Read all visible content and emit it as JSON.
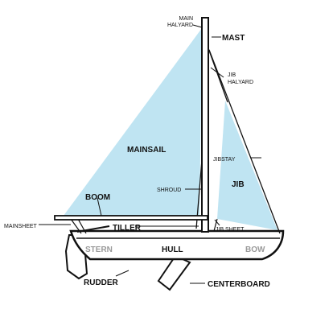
{
  "labels": {
    "main_halyard_1": "MAIN",
    "main_halyard_2": "HALYARD",
    "mast": "MAST",
    "jib_halyard_1": "JIB",
    "jib_halyard_2": "HALYARD",
    "mainsail": "MAINSAIL",
    "jibstay": "JIBSTAY",
    "jib": "JIB",
    "shroud": "SHROUD",
    "boom": "BOOM",
    "mainsheet": "MAINSHEET",
    "tiller": "TILLER",
    "jib_sheet": "JIB SHEET",
    "stern": "STERN",
    "hull": "HULL",
    "bow": "BOW",
    "rudder": "RUDDER",
    "centerboard": "CENTERBOARD"
  },
  "colors": {
    "sail": "#bfe4f2",
    "line": "#111111",
    "hull": "#ffffff",
    "muted_text": "#9a9a9a"
  }
}
